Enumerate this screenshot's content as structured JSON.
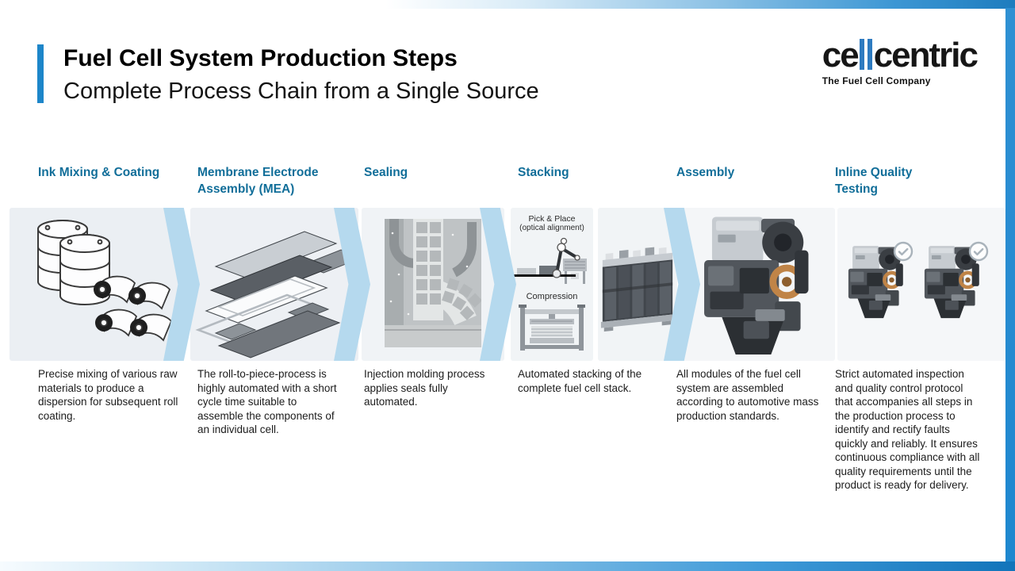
{
  "slide": {
    "title": "Fuel Cell System Production Steps",
    "subtitle": "Complete Process Chain from a Single Source"
  },
  "logo": {
    "wordmark_left": "ce",
    "wordmark_right": "centric",
    "tagline": "The Fuel Cell Company"
  },
  "steps": [
    {
      "label": "Ink Mixing & Coating",
      "description": "Precise mixing of various raw materials to produce a dispersion for subsequent roll coating."
    },
    {
      "label": "Membrane Electrode Assembly (MEA)",
      "description": "The roll-to-piece-process is highly automated with a short cycle time suitable to assemble the components of an individual cell."
    },
    {
      "label": "Sealing",
      "description": "Injection molding process applies seals fully automated."
    },
    {
      "label": "Stacking",
      "description": "Automated stacking of the complete fuel cell stack.",
      "annotations": {
        "pick_place": "Pick & Place",
        "optical": "(optical alignment)",
        "compression": "Compression"
      }
    },
    {
      "label": "Assembly",
      "description": "All modules of the fuel cell system are assembled according to automotive mass production standards."
    },
    {
      "label": "Inline Quality Testing",
      "description": "Strict automated inspection and quality control protocol that accompanies all steps in the production process to identify and rectify faults quickly and reliably. It ensures continuous compliance with all quality requirements until the product is ready for delivery."
    }
  ],
  "colors": {
    "accent_blue": "#1d86c9",
    "logo_blue": "#2e7bc0",
    "header_teal": "#116e99",
    "chevron_blue": "#b5d9ee",
    "panel_bg": "#ebeff3",
    "frame_gradient_end": "#1274ba"
  },
  "icons": {
    "quality_check": "check-circle"
  }
}
